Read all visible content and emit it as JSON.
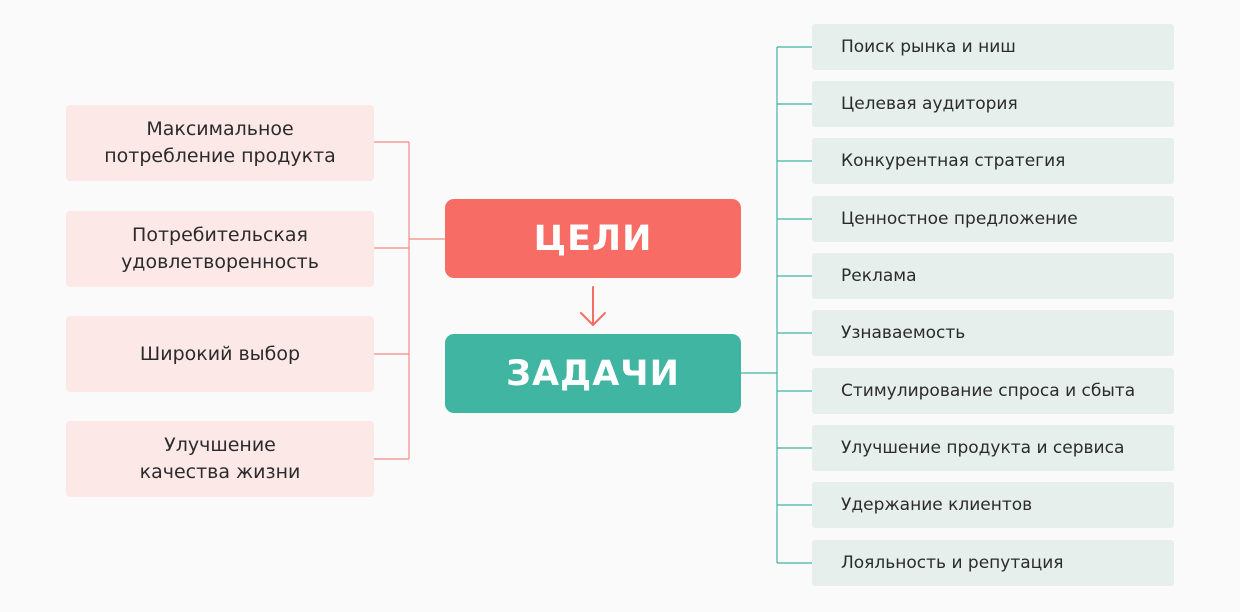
{
  "center": {
    "goals_label": "ЦЕЛИ",
    "tasks_label": "ЗАДАЧИ"
  },
  "goals": [
    "Максимальное\nпотребление продукта",
    "Потребительская\nудовлетворенность",
    "Широкий выбор",
    "Улучшение\nкачества жизни"
  ],
  "tasks": [
    "Поиск рынка и ниш",
    "Целевая аудитория",
    "Конкурентная стратегия",
    "Ценностное предложение",
    "Реклама",
    "Узнаваемость",
    "Стимулирование спроса и сбыта",
    "Улучшение продукта и сервиса",
    "Удержание клиентов",
    "Лояльность и репутация"
  ],
  "colors": {
    "goals_accent": "#f76c65",
    "tasks_accent": "#40b5a1",
    "goal_box_fill": "#fde8e8",
    "task_box_fill": "#e6efec",
    "text": "#2b2b2b",
    "background": "#fafafa"
  }
}
